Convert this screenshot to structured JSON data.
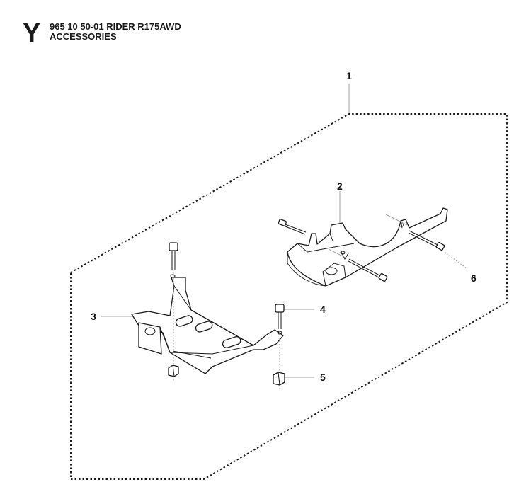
{
  "header": {
    "section_letter": "Y",
    "model_line": "965 10 50-01 RIDER R175AWD",
    "section_title": "ACCESSORIES"
  },
  "callouts": [
    "1",
    "2",
    "3",
    "4",
    "5",
    "6"
  ]
}
